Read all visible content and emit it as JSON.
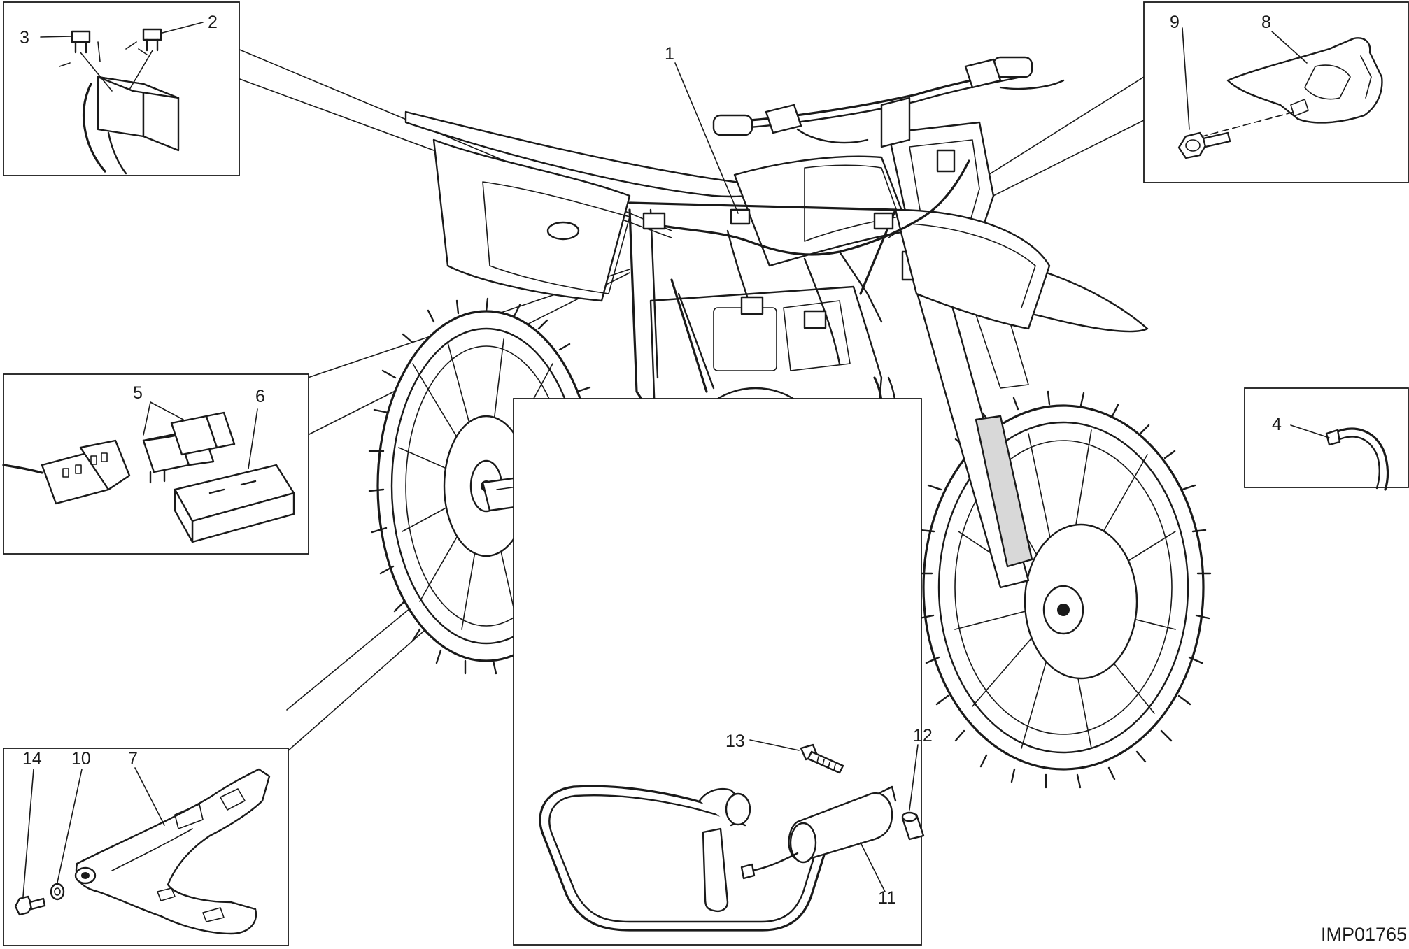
{
  "drawing_id": "IMP01765",
  "callouts": {
    "c1": "1",
    "c2": "2",
    "c3": "3",
    "c4": "4",
    "c5": "5",
    "c6": "6",
    "c7": "7",
    "c8": "8",
    "c9": "9",
    "c10": "10",
    "c11": "11",
    "c12": "12",
    "c13": "13",
    "c14": "14"
  },
  "colors": {
    "line": "#1a1a1a",
    "background": "#ffffff"
  }
}
